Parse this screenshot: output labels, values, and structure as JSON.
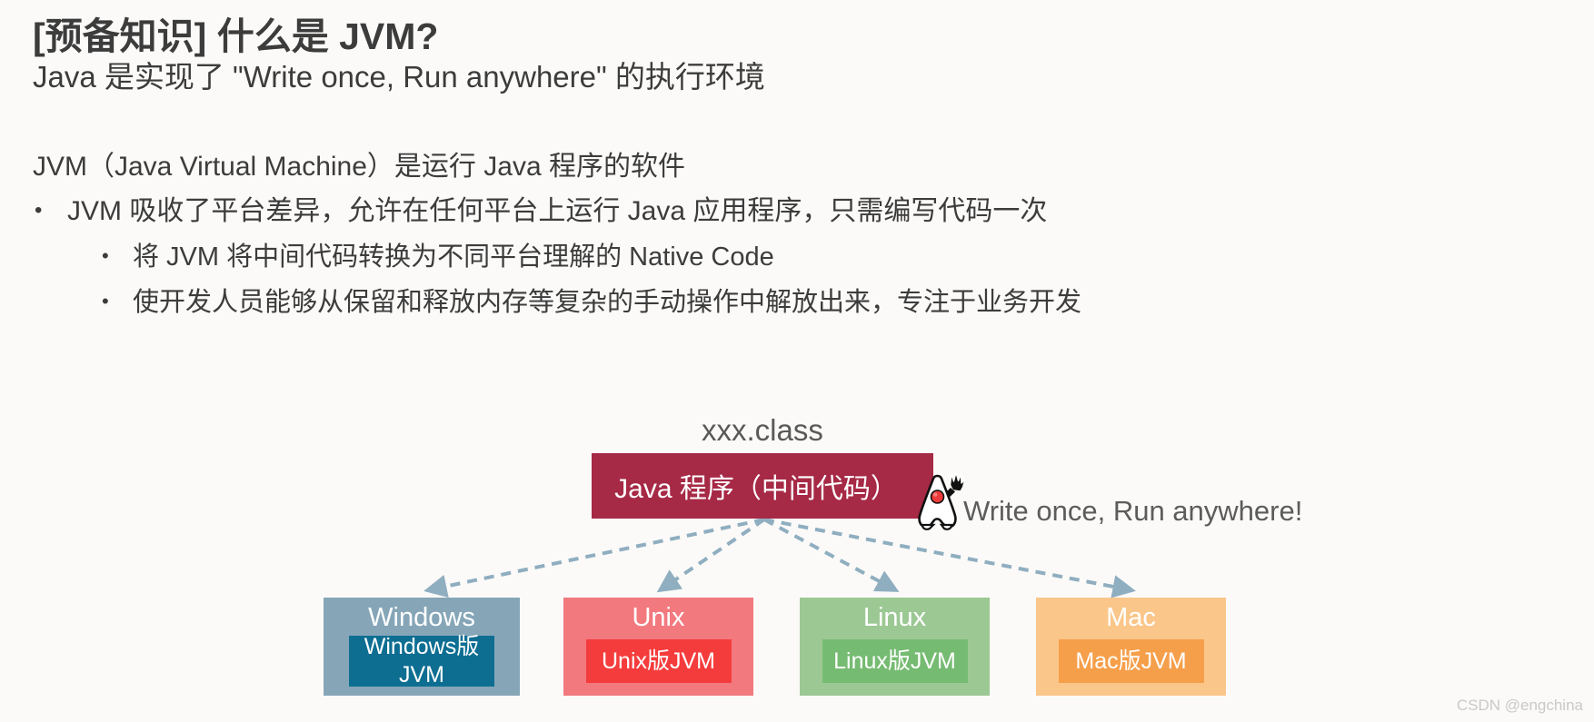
{
  "slide": {
    "title": "[预备知识] 什么是 JVM?",
    "subtitle": "Java 是实现了 \"Write once, Run anywhere\" 的执行环境",
    "background_color": "#FBFAF8"
  },
  "content": {
    "lead": "JVM（Java Virtual Machine）是运行 Java 程序的软件",
    "bullets": [
      {
        "level": 1,
        "text": "JVM 吸收了平台差异，允许在任何平台上运行 Java 应用程序，只需编写代码一次"
      },
      {
        "level": 2,
        "text": "将 JVM 将中间代码转换为不同平台理解的 Native Code"
      },
      {
        "level": 2,
        "text": "使开发人员能够从保留和释放内存等复杂的手动操作中解放出来，专注于业务开发"
      }
    ]
  },
  "diagram": {
    "class_label": "xxx.class",
    "source_box": {
      "label": "Java 程序（中间代码）",
      "color": "#A62946",
      "text_color": "#FFFFFF"
    },
    "mascot": {
      "name": "java-duke-mascot",
      "nose_color": "#ED3B3B",
      "body_color": "#FFFFFF",
      "outline_color": "#111111"
    },
    "tagline": "Write once, Run anywhere!",
    "arrow_color": "#8FAEC0",
    "platforms": [
      {
        "id": "windows",
        "label": "Windows",
        "jvm_label": "Windows版\nJVM",
        "outer_color": "#86A6B8",
        "inner_color": "#0D6E92"
      },
      {
        "id": "unix",
        "label": "Unix",
        "jvm_label": "Unix版JVM",
        "outer_color": "#F2797E",
        "inner_color": "#F53C3C"
      },
      {
        "id": "linux",
        "label": "Linux",
        "jvm_label": "Linux版JVM",
        "outer_color": "#9CC894",
        "inner_color": "#76BB72"
      },
      {
        "id": "mac",
        "label": "Mac",
        "jvm_label": "Mac版JVM",
        "outer_color": "#FBC68A",
        "inner_color": "#F69F4A"
      }
    ]
  },
  "watermark": "CSDN @engchina"
}
